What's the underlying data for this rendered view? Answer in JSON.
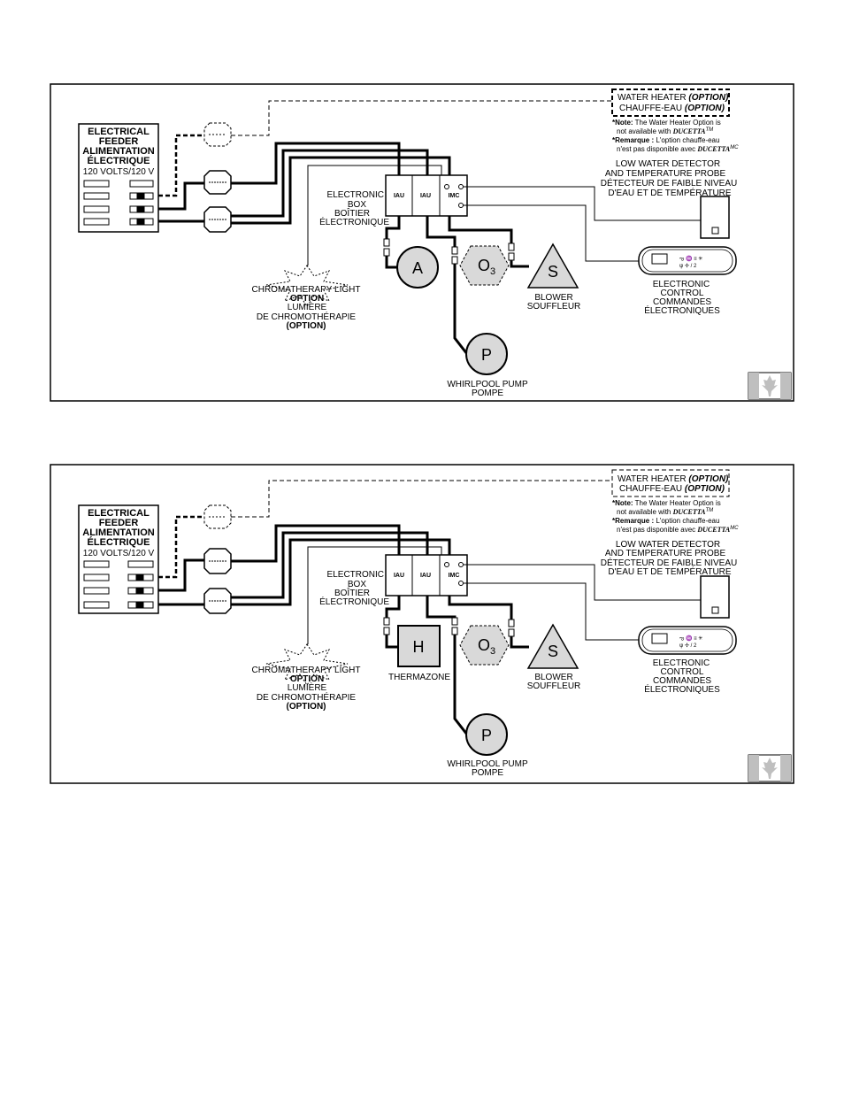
{
  "diagrams": [
    {
      "water_heater": {
        "line1": "WATER HEATER",
        "line1_opt": "(OPTION)",
        "line2": "CHAUFFE-EAU",
        "line2_opt": "(OPTION)"
      },
      "note": {
        "l1a": "*Note:",
        "l1b": " The Water Heater Option is",
        "l2a": "not available with ",
        "l2b": "DUCETTA",
        "l2c": "TM",
        "l3a": "*Remarque :",
        "l3b": " L'option chauffe-eau",
        "l4a": "n'est pas disponible avec ",
        "l4b": "DUCETTA",
        "l4c": "MC"
      },
      "feeder": {
        "l1": "ELECTRICAL",
        "l2": "FEEDER",
        "l3": "ALIMENTATION",
        "l4": "ÉLECTRIQUE",
        "l5": "120 VOLTS/120 V"
      },
      "electronic_box": {
        "l1": "ELECTRONIC",
        "l2": "BOX",
        "l3": "BOÎTIER",
        "l4": "ÉLECTRONIQUE"
      },
      "modules": [
        "IAU",
        "IAU",
        "IMC"
      ],
      "low_water": {
        "l1": "LOW WATER DETECTOR",
        "l2": "AND TEMPERATURE PROBE",
        "l3": "DÉTECTEUR DE FAIBLE NIVEAU",
        "l4": "D'EAU ET DE TEMPÉRATURE"
      },
      "control": {
        "l1": "ELECTRONIC",
        "l2": "CONTROL",
        "l3": "COMMANDES",
        "l4": "ÉLECTRONIQUES"
      },
      "chromo": {
        "l1": "CHROMATHERAPY LIGHT",
        "l2": "OPTION",
        "l3": "LUMIÈRE",
        "l4": "DE CHROMOTHÉRAPIE",
        "l5": "(OPTION)"
      },
      "component_a": {
        "symbol": "A"
      },
      "ozone": {
        "symbol": "O",
        "sub": "3"
      },
      "blower": {
        "symbol": "S",
        "l1": "BLOWER",
        "l2": "SOUFFLEUR"
      },
      "pump": {
        "symbol": "P",
        "l1": "WHIRLPOOL PUMP",
        "l2": "POMPE"
      }
    },
    {
      "water_heater": {
        "line1": "WATER HEATER",
        "line1_opt": "(OPTION)",
        "line2": "CHAUFFE-EAU",
        "line2_opt": "(OPTION)"
      },
      "note": {
        "l1a": "*Note:",
        "l1b": " The Water Heater Option is",
        "l2a": "not available with ",
        "l2b": "DUCETTA",
        "l2c": "TM",
        "l3a": "*Remarque :",
        "l3b": " L'option chauffe-eau",
        "l4a": "n'est pas disponible avec ",
        "l4b": "DUCETTA",
        "l4c": "MC"
      },
      "feeder": {
        "l1": "ELECTRICAL",
        "l2": "FEEDER",
        "l3": "ALIMENTATION",
        "l4": "ÉLECTRIQUE",
        "l5": "120 VOLTS/120 V"
      },
      "electronic_box": {
        "l1": "ELECTRONIC",
        "l2": "BOX",
        "l3": "BOÎTIER",
        "l4": "ÉLECTRONIQUE"
      },
      "modules": [
        "IAU",
        "IAU",
        "IMC"
      ],
      "low_water": {
        "l1": "LOW WATER DETECTOR",
        "l2": "AND TEMPERATURE PROBE",
        "l3": "DÉTECTEUR DE FAIBLE NIVEAU",
        "l4": "D'EAU ET DE TEMPÉRATURE"
      },
      "control": {
        "l1": "ELECTRONIC",
        "l2": "CONTROL",
        "l3": "COMMANDES",
        "l4": "ÉLECTRONIQUES"
      },
      "chromo": {
        "l1": "CHROMATHERAPY LIGHT",
        "l2": "OPTION",
        "l3": "LUMIÈRE",
        "l4": "DE CHROMOTHÉRAPIE",
        "l5": "(OPTION)"
      },
      "heater": {
        "symbol": "H",
        "label": "THERMAZONE"
      },
      "ozone": {
        "symbol": "O",
        "sub": "3"
      },
      "blower": {
        "symbol": "S",
        "l1": "BLOWER",
        "l2": "SOUFFLEUR"
      },
      "pump": {
        "symbol": "P",
        "l1": "WHIRLPOOL PUMP",
        "l2": "POMPE"
      }
    }
  ],
  "colors": {
    "line": "#000000",
    "module_fill": "#d9d9d9",
    "flag_red": "#bfbfbf"
  }
}
